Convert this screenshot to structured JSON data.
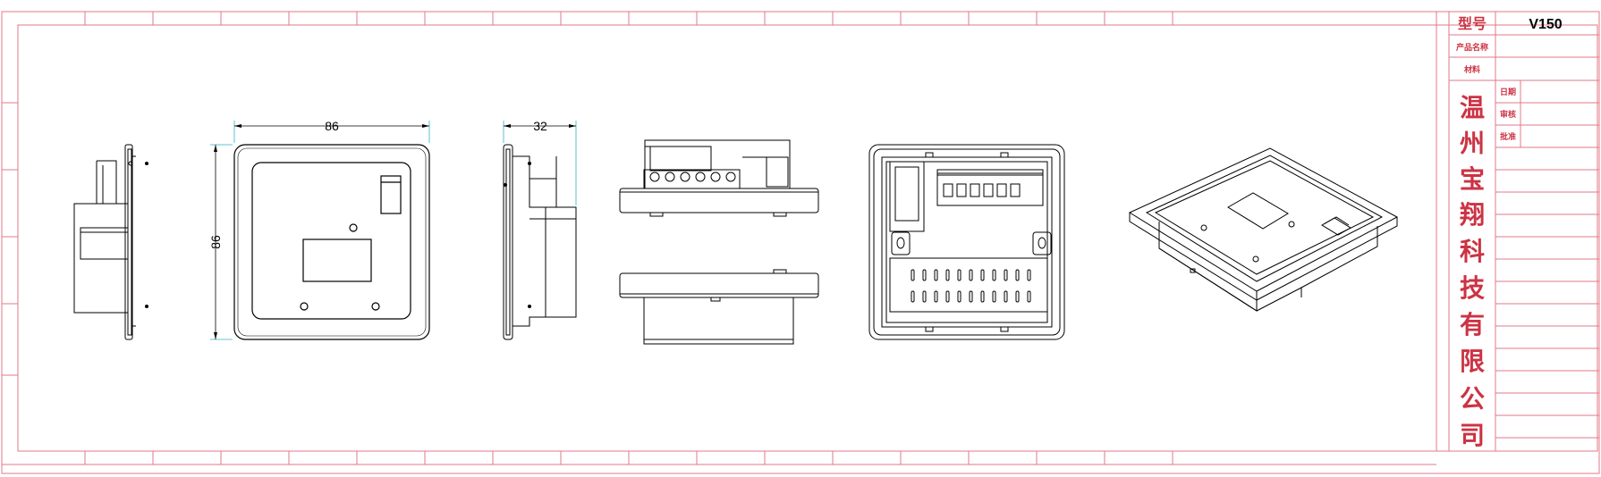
{
  "title_block": {
    "model_label": "型号",
    "model_value": "V150",
    "product_name_label": "产品名称",
    "material_label": "材料",
    "date_label": "日期",
    "review_label": "审核",
    "approve_label": "批准",
    "company_chars": [
      "温",
      "州",
      "宝",
      "翔",
      "科",
      "技",
      "有",
      "限",
      "公",
      "司"
    ]
  },
  "dimensions": {
    "front_width": "86",
    "front_height": "86",
    "side_depth": "32"
  },
  "colors": {
    "frame": "#e07a8a",
    "title_text": "#cc3344",
    "drawing": "#000000",
    "dim_ext": "#33b3c4"
  }
}
